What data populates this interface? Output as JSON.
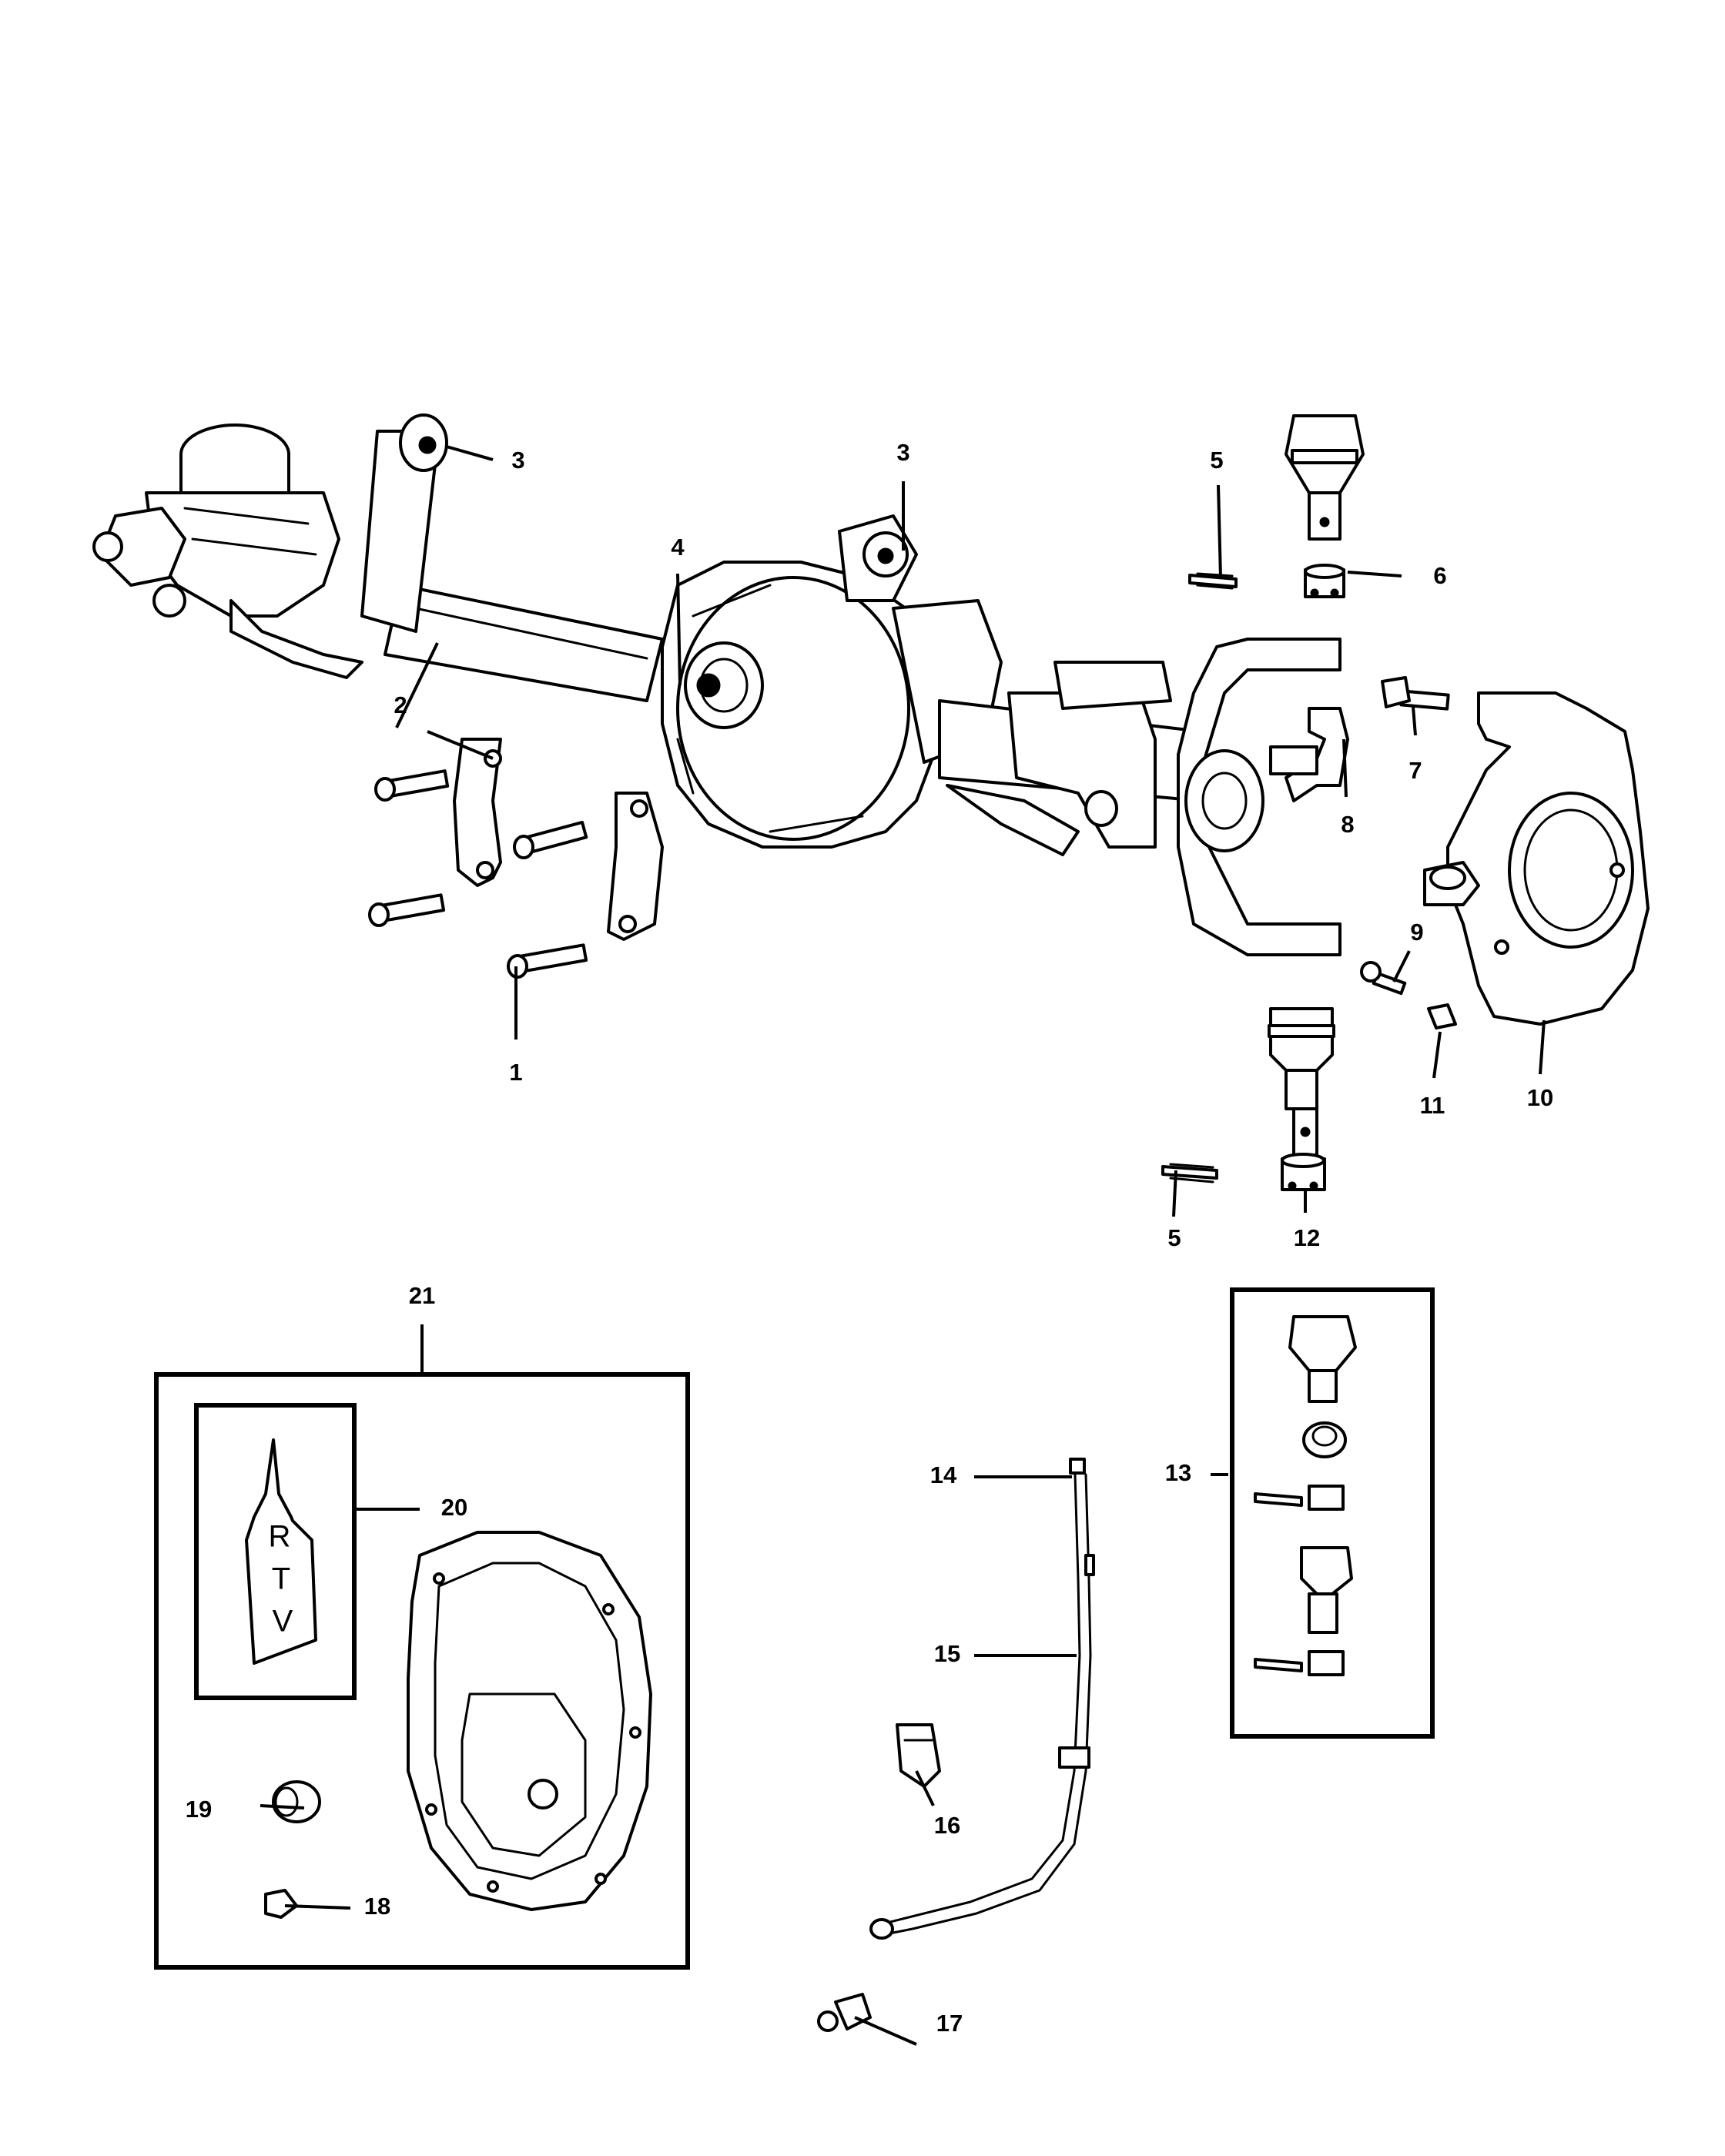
{
  "callouts": [
    {
      "id": "c1",
      "text": "1"
    },
    {
      "id": "c2",
      "text": "2"
    },
    {
      "id": "c3a",
      "text": "3"
    },
    {
      "id": "c3b",
      "text": "3"
    },
    {
      "id": "c4",
      "text": "4"
    },
    {
      "id": "c5a",
      "text": "5"
    },
    {
      "id": "c5b",
      "text": "5"
    },
    {
      "id": "c6",
      "text": "6"
    },
    {
      "id": "c7",
      "text": "7"
    },
    {
      "id": "c8",
      "text": "8"
    },
    {
      "id": "c9",
      "text": "9"
    },
    {
      "id": "c10",
      "text": "10"
    },
    {
      "id": "c11",
      "text": "11"
    },
    {
      "id": "c12",
      "text": "12"
    },
    {
      "id": "c13",
      "text": "13"
    },
    {
      "id": "c14",
      "text": "14"
    },
    {
      "id": "c15",
      "text": "15"
    },
    {
      "id": "c16",
      "text": "16"
    },
    {
      "id": "c17",
      "text": "17"
    },
    {
      "id": "c18",
      "text": "18"
    },
    {
      "id": "c19",
      "text": "19"
    },
    {
      "id": "c20",
      "text": "20"
    },
    {
      "id": "c21",
      "text": "21"
    }
  ],
  "rtv_tube_label": [
    "R",
    "T",
    "V"
  ]
}
